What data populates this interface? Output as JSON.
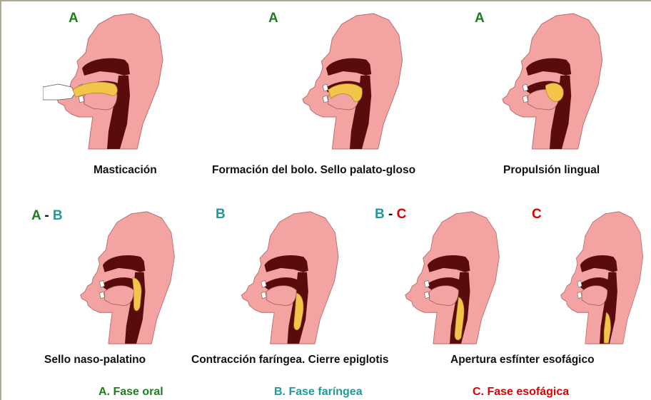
{
  "colors": {
    "phase_a": "#1e7e1e",
    "phase_b": "#1f9a9a",
    "phase_c": "#e00000",
    "skin": "#f4a3a3",
    "cavity": "#5a0b0b",
    "bolus": "#f2c44a"
  },
  "panels": [
    {
      "stage_a": "A",
      "stage_b": "",
      "caption": "Masticación",
      "bolus": "mouth-chew"
    },
    {
      "stage_a": "A",
      "stage_b": "",
      "caption": "Formación del bolo. Sello palato-gloso",
      "bolus": "mouth-front"
    },
    {
      "stage_a": "A",
      "stage_b": "",
      "caption": "Propulsión lingual",
      "bolus": "mouth-back"
    },
    {
      "stage_a": "A",
      "stage_b": "B",
      "caption": "Sello naso-palatino",
      "bolus": "oropharynx"
    },
    {
      "stage_a": "B",
      "stage_b": "",
      "caption": "Contracción faríngea. Cierre epiglotis",
      "bolus": "hypopharynx"
    },
    {
      "stage_a": "B",
      "stage_b": "C",
      "caption": "",
      "bolus": "upper-esophagus"
    },
    {
      "stage_a": "C",
      "stage_b": "",
      "caption": "",
      "bolus": "lower-esophagus"
    }
  ],
  "shared_caption": "Apertura esfínter esofágico",
  "tag_separator": "-",
  "legend": [
    {
      "label": "A. Fase oral"
    },
    {
      "label": "B. Fase faríngea"
    },
    {
      "label": "C. Fase esofágica"
    }
  ]
}
